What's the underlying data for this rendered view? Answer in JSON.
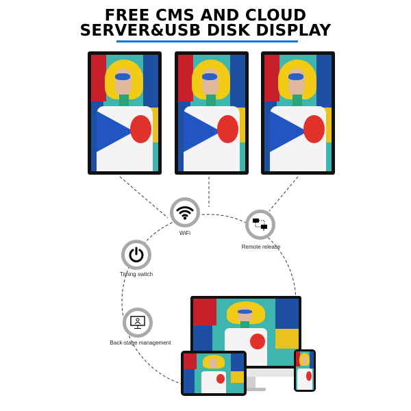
{
  "title": {
    "line1": "FREE CMS AND CLOUD",
    "line2": "SERVER&USB DISK DISPLAY",
    "underline_color": "#1b78d0"
  },
  "features": [
    {
      "label": "WiFi",
      "icon": "wifi-icon"
    },
    {
      "label": "Remote release",
      "icon": "network-icon"
    },
    {
      "label": "Timing switch",
      "icon": "power-icon"
    },
    {
      "label": "Back-stage management",
      "icon": "monitor-user-icon"
    }
  ]
}
